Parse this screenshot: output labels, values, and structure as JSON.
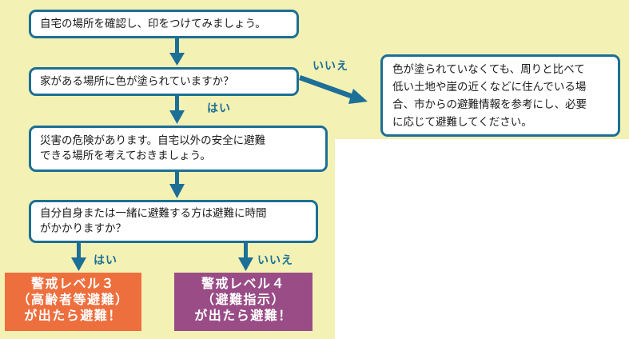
{
  "steps": {
    "s1": "自宅の場所を確認し、印をつけてみましょう。",
    "s2": "家がある場所に色が塗られていますか？",
    "s3_line1": "災害の危険があります。自宅以外の安全に避難",
    "s3_line2": "できる場所を考えておきましょう。",
    "s4_line1": "自分自身または一緒に避難する方は避難に時間",
    "s4_line2": "がかかりますか？"
  },
  "side_note": {
    "line1": "色が塗られていなくても、周りと比べて",
    "line2": "低い土地や崖の近くなどに住んでいる場",
    "line3": "合、市からの避難情報を参考にし、必要",
    "line4": "に応じて避難してください。"
  },
  "labels": {
    "yes_1": "はい",
    "no_1": "いいえ",
    "yes_2": "はい",
    "no_2": "いいえ"
  },
  "results": {
    "level3": {
      "line1": "警戒レベル３",
      "line2": "（高齢者等避難）",
      "line3": "が出たら避難！"
    },
    "level4": {
      "line1": "警戒レベル４",
      "line2": "（避難指示）",
      "line3": "が出たら避難！"
    }
  },
  "colors": {
    "background": "#f4f1b4",
    "box_border": "#1c6f96",
    "arrow": "#1c6f96",
    "level3": "#ee6f3e",
    "level4": "#9a4c86"
  }
}
